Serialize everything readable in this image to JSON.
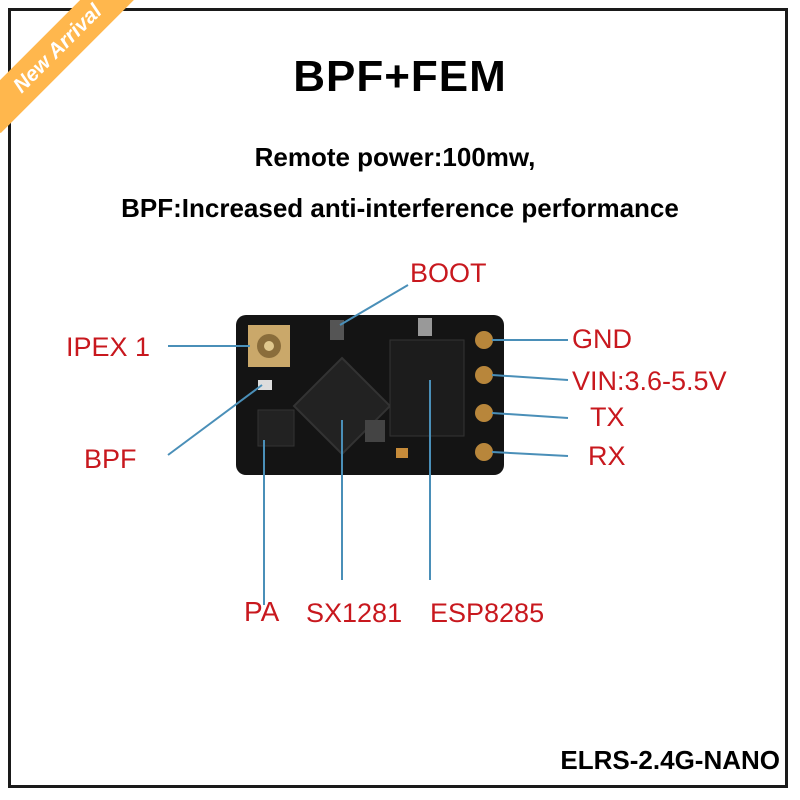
{
  "badge": "New Arrival",
  "title": "BPF+FEM",
  "subtitle_line1": "Remote power:100mw,",
  "subtitle_line2": "BPF:Increased anti-interference performance",
  "labels": {
    "boot": "BOOT",
    "ipex": "IPEX 1",
    "bpf": "BPF",
    "gnd": "GND",
    "vin": "VIN:3.6-5.5V",
    "tx": "TX",
    "rx": "RX",
    "pa": "PA",
    "sx1281": "SX1281",
    "esp8285": "ESP8285"
  },
  "model": "ELRS-2.4G-NANO",
  "colors": {
    "label_red": "#c8181e",
    "leader_blue": "#4a8fb8",
    "badge_orange": "#ffb74d"
  }
}
